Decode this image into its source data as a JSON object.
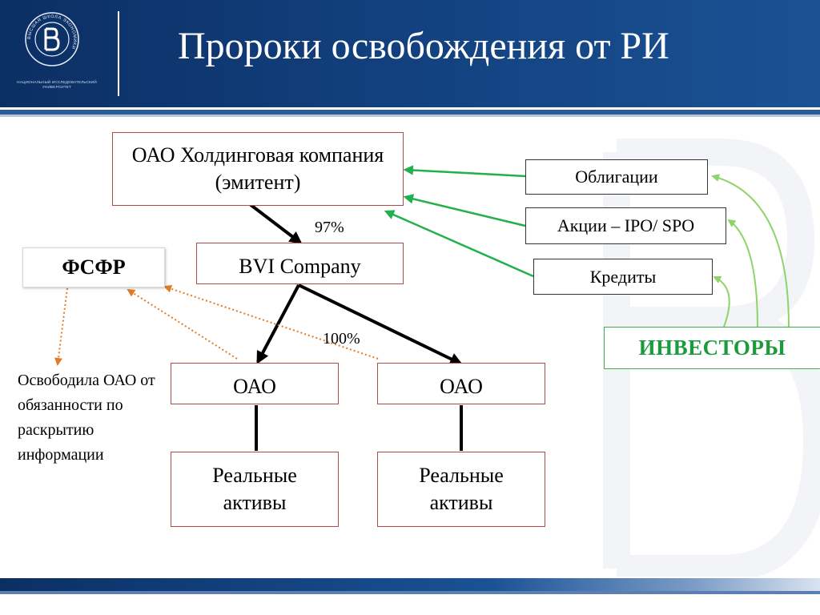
{
  "header": {
    "title": "Пророки освобождения от РИ",
    "logo_caption": "НАЦИОНАЛЬНЫЙ ИССЛЕДОВАТЕЛЬСКИЙ УНИВЕРСИТЕТ",
    "logo_ring_text": "ВЫСШАЯ ШКОЛА ЭКОНОМИКИ"
  },
  "diagram": {
    "holding": "ОАО Холдинговая компания (эмитент)",
    "bvi": "BVI Company",
    "fsfr": "ФСФР",
    "oao_left": "ОАО",
    "oao_right": "ОАО",
    "assets_left": "Реальные активы",
    "assets_right": "Реальные активы",
    "share_97": "97%",
    "share_100": "100%",
    "bonds": "Облигации",
    "shares": "Акции – IPO/ SPO",
    "credits": "Кредиты",
    "investors": "ИНВЕСТОРЫ",
    "exemption_note": "Освободила ОАО от обязанности по раскрытию информации"
  },
  "colors": {
    "header_blue": "#123f7d",
    "green_arrow": "#21b04b",
    "light_green_arrow": "#8fd468",
    "orange_dotted": "#e07b2a",
    "box_border_red": "#b24a4a",
    "investors_text": "#1a9c3c"
  }
}
